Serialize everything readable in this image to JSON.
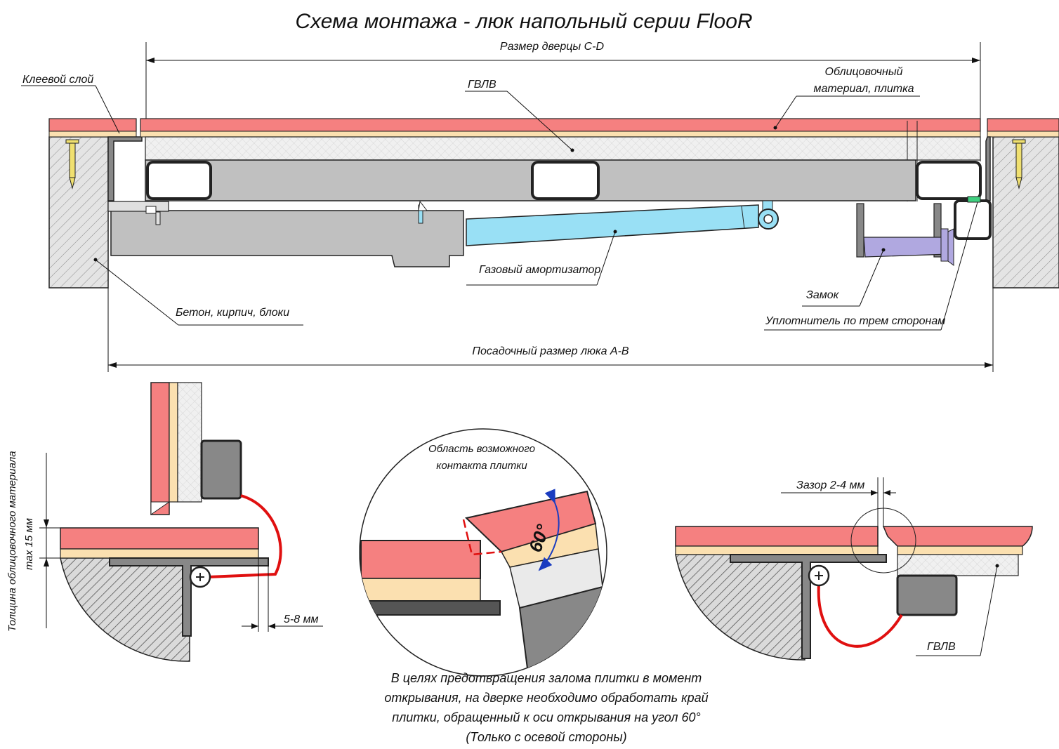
{
  "title": "Схема монтажа - люк напольный серии FlooR",
  "labels": {
    "door_size": "Размер дверцы C-D",
    "glue_layer": "Клеевой слой",
    "gvlv_top": "ГВЛВ",
    "cladding_line1": "Облицовочный",
    "cladding_line2": "материал, плитка",
    "gas_strut": "Газовый амортизатор",
    "concrete": "Бетон, кирпич, блоки",
    "lock": "Замок",
    "seal": "Уплотнитель по трем сторонам",
    "mount_size": "Посадочный размер люка A-B",
    "thickness_line1": "Толщина облицовочного материала",
    "thickness_line2": "max 15 мм",
    "gap_5_8": "5-8 мм",
    "contact_line1": "Область возможного",
    "contact_line2": "контакта плитки",
    "angle": "60°",
    "gap_2_4": "Зазор 2-4 мм",
    "gvlv_bottom": "ГВЛВ"
  },
  "note": {
    "line1": "В целях предотвращения залома плитки в момент",
    "line2": "открывания, на дверке необходимо обработать край",
    "line3": "плитки, обращенный к оси открывания на угол 60°",
    "line4": "(Только с осевой стороны)"
  },
  "colors": {
    "tile": "#f58080",
    "glue": "#fbe0b0",
    "gvlv": "#eeeeee",
    "profile": "#c0c0c0",
    "strut": "#99e0f5",
    "lock": "#b0a8e0",
    "seal_red": "#e01010",
    "arrow_blue": "#1a3cc0",
    "screw": "#f0e070"
  }
}
